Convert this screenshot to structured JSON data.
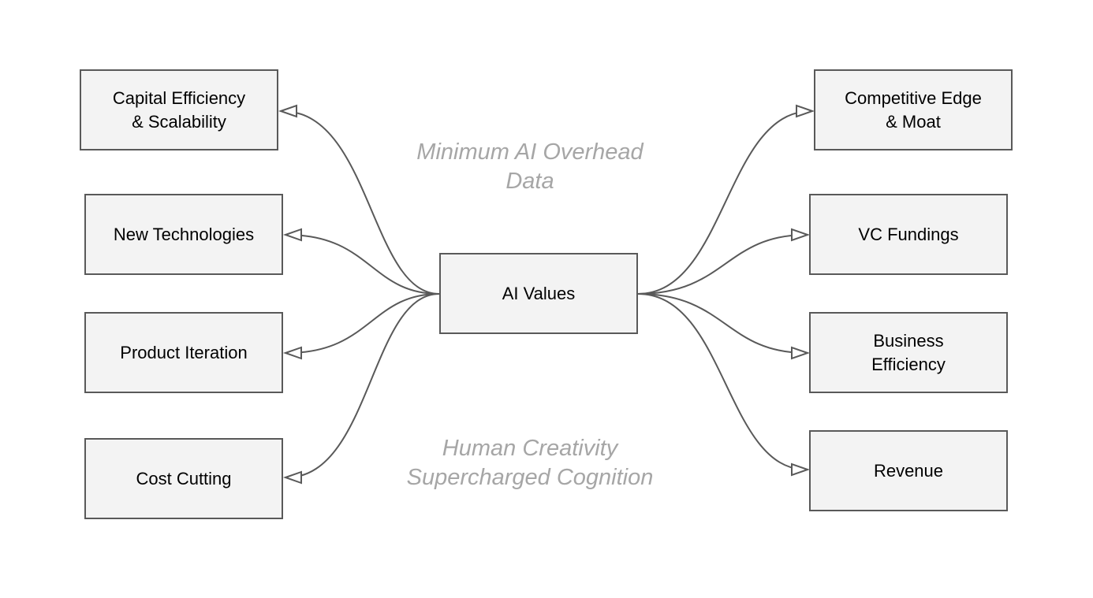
{
  "diagram": {
    "center": {
      "label": "AI Values"
    },
    "left_nodes": [
      {
        "id": "capital",
        "label": "Capital Efficiency\n& Scalability"
      },
      {
        "id": "newtech",
        "label": "New Technologies"
      },
      {
        "id": "product",
        "label": "Product Iteration"
      },
      {
        "id": "cost",
        "label": "Cost Cutting"
      }
    ],
    "right_nodes": [
      {
        "id": "edge",
        "label": "Competitive Edge\n& Moat"
      },
      {
        "id": "vc",
        "label": "VC Fundings"
      },
      {
        "id": "biz",
        "label": "Business\nEfficiency"
      },
      {
        "id": "revenue",
        "label": "Revenue"
      }
    ],
    "annotations": {
      "top": "Minimum AI Overhead\nData",
      "bottom": "Human Creativity\nSupercharged Cognition"
    },
    "colors": {
      "box_fill": "#f3f3f3",
      "box_border": "#595959",
      "connector": "#595959",
      "annotation_text": "#a6a6a6"
    }
  }
}
